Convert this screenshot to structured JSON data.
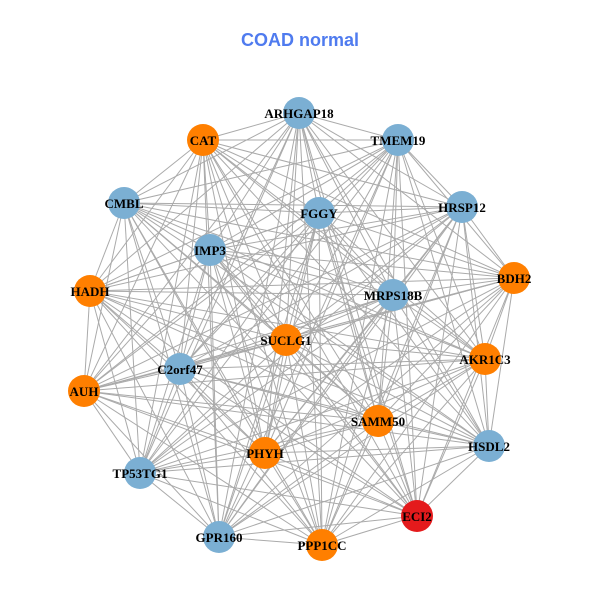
{
  "title": "COAD normal",
  "colors": {
    "blue": "#7BAFD3",
    "orange": "#FF7F00",
    "red": "#E41A1C",
    "edge": "#AAAAAA",
    "title": "#4F7BEF"
  },
  "nodes": [
    {
      "name": "ARHGAP18",
      "group": "blue"
    },
    {
      "name": "CAT",
      "group": "orange"
    },
    {
      "name": "TMEM19",
      "group": "blue"
    },
    {
      "name": "CMBL",
      "group": "blue"
    },
    {
      "name": "FGGY",
      "group": "blue"
    },
    {
      "name": "HRSP12",
      "group": "blue"
    },
    {
      "name": "IMP3",
      "group": "blue"
    },
    {
      "name": "HADH",
      "group": "orange"
    },
    {
      "name": "BDH2",
      "group": "orange"
    },
    {
      "name": "MRPS18B",
      "group": "blue"
    },
    {
      "name": "SUCLG1",
      "group": "orange"
    },
    {
      "name": "C2orf47",
      "group": "blue"
    },
    {
      "name": "AKR1C3",
      "group": "orange"
    },
    {
      "name": "AUH",
      "group": "orange"
    },
    {
      "name": "SAMM50",
      "group": "orange"
    },
    {
      "name": "HSDL2",
      "group": "blue"
    },
    {
      "name": "PHYH",
      "group": "orange"
    },
    {
      "name": "TP53TG1",
      "group": "blue"
    },
    {
      "name": "ECI2",
      "group": "red"
    },
    {
      "name": "GPR160",
      "group": "blue"
    },
    {
      "name": "PPP1CC",
      "group": "orange"
    }
  ]
}
